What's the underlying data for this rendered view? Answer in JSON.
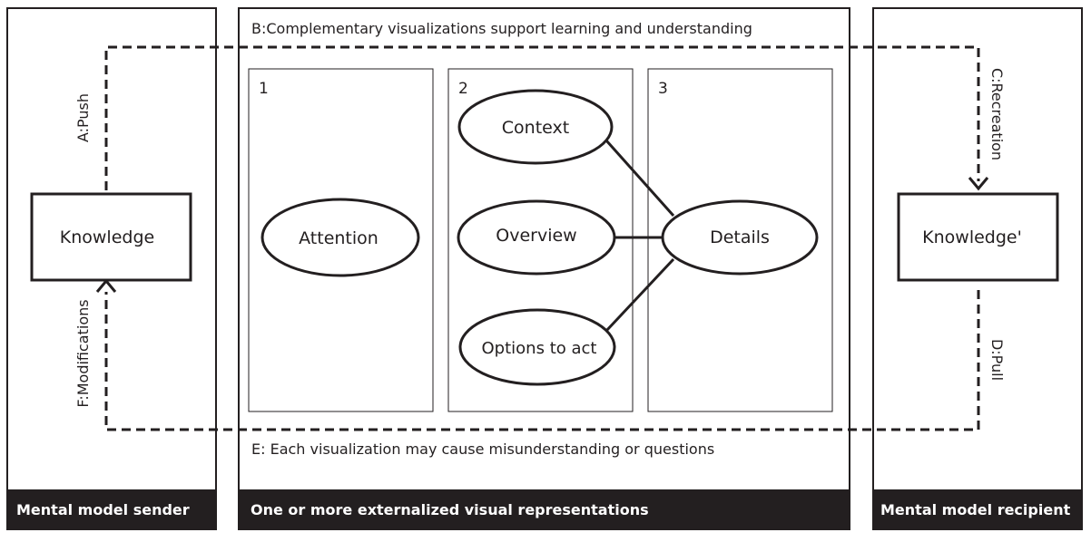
{
  "panels": {
    "sender_title": "Mental model sender",
    "middle_title": "One or more externalized visual representations",
    "recipient_title": "Mental model recipient"
  },
  "nodes": {
    "knowledge_sender": "Knowledge",
    "knowledge_recipient": "Knowledge'",
    "attention": "Attention",
    "context": "Context",
    "overview": "Overview",
    "options": "Options to act",
    "details": "Details"
  },
  "columns": {
    "col1": "1",
    "col2": "2",
    "col3": "3"
  },
  "labels": {
    "top_caption": "B:Complementary visualizations support learning and understanding",
    "bottom_caption": "E:  Each visualization may cause misunderstanding or questions",
    "push": "A:Push",
    "recreation": "C:Recreation",
    "pull": "D:Pull",
    "modifications": "F:Modifications"
  }
}
